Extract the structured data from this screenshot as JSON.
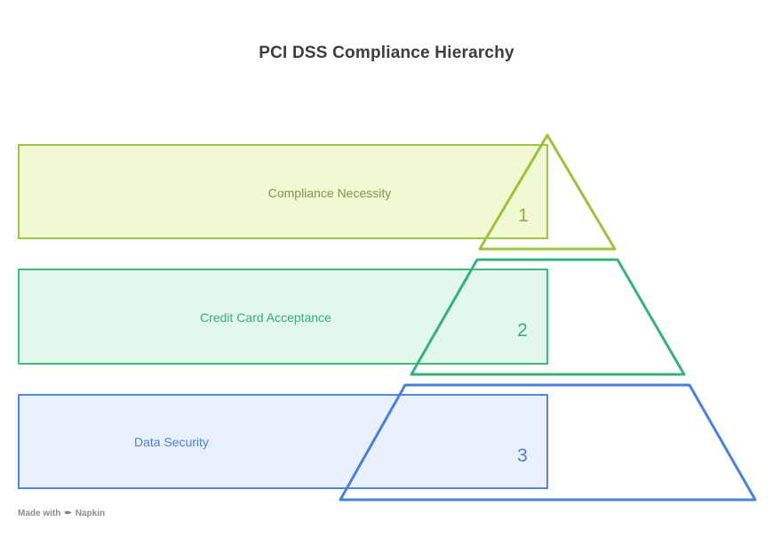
{
  "title": "PCI DSS Compliance Hierarchy",
  "diagram": {
    "type": "pyramid",
    "tiers": [
      {
        "number": "1",
        "label": "Compliance Necessity",
        "fill": "#f1f9d3",
        "stroke": "#9cc23c",
        "label_color": "#7e9352"
      },
      {
        "number": "2",
        "label": "Credit Card Acceptance",
        "fill": "#e3f8ed",
        "stroke": "#35b179",
        "label_color": "#3aa87c"
      },
      {
        "number": "3",
        "label": "Data Security",
        "fill": "#e9f0fc",
        "stroke": "#4a80d9",
        "label_color": "#4c7fd6"
      }
    ]
  },
  "watermark": {
    "prefix": "Made with",
    "icon": "pen-nib-icon",
    "brand": "Napkin"
  }
}
